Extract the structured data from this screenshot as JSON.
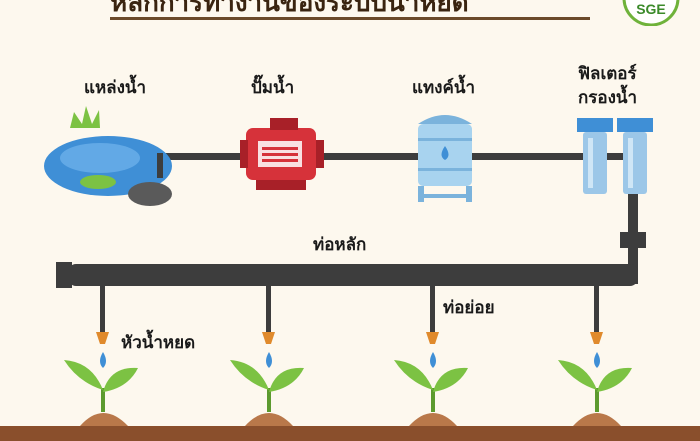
{
  "header": {
    "title": "หลักการทำงานของระบบน้ำหยด",
    "logo_text": "SGE"
  },
  "components": {
    "water_source": "แหล่งน้ำ",
    "pump": "ปั๊มน้ำ",
    "tank": "แทงค์น้ำ",
    "filter_line1": "ฟิลเตอร์",
    "filter_line2": "กรองน้ำ"
  },
  "pipes": {
    "main": "ท่อหลัก",
    "sub": "ท่อย่อย"
  },
  "emitter": "หัวน้ำหยด",
  "colors": {
    "pipe": "#3d3d3d",
    "water": "#3f8fd6",
    "pump": "#d6323a",
    "tank": "#a8d3ef",
    "filter": "#9cc7e8",
    "leaf": "#7cc243",
    "soil": "#b9784a",
    "emitter": "#e08a2c"
  }
}
